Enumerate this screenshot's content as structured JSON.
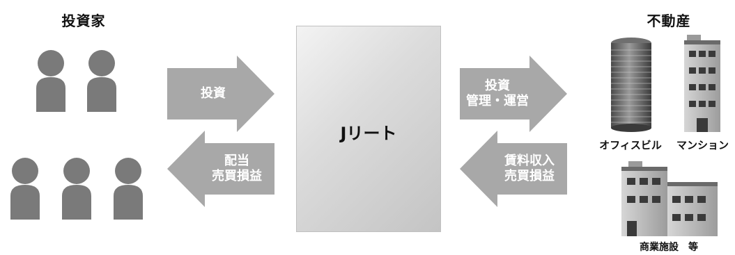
{
  "investors": {
    "heading": "投資家"
  },
  "center": {
    "label": "Jリート"
  },
  "realestate": {
    "heading": "不動産",
    "office_label": "オフィスビル",
    "mansion_label": "マンション",
    "commercial_label": "商業施設　等"
  },
  "arrows": {
    "invest": [
      "投資"
    ],
    "dividend": [
      "配当",
      "売買損益"
    ],
    "manage": [
      "投資",
      "管理・運営"
    ],
    "rent": [
      "賃料収入",
      "売買損益"
    ]
  },
  "colors": {
    "person": "#7a7a7a",
    "arrow": "#a8a8a8",
    "building_dark": "#555555",
    "building_light": "#bdbdbd"
  }
}
